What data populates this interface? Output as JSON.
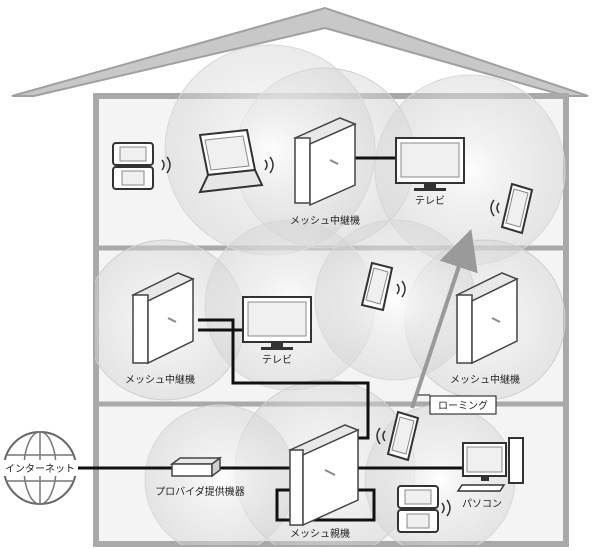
{
  "labels": {
    "internet": "インターネット",
    "provider_equipment": "プロバイダ提供機器",
    "mesh_parent": "メッシュ親機",
    "mesh_relay_top": "メッシュ中継機",
    "mesh_relay_left": "メッシュ中継機",
    "mesh_relay_right": "メッシュ中継機",
    "tv_top": "テレビ",
    "tv_middle": "テレビ",
    "pc": "パソコン",
    "roaming": "ローミング"
  },
  "colors": {
    "house_outline": "#a9a9a9",
    "coverage_fill": "#dcdcdc",
    "cable": "#111111",
    "roaming_arrow": "#999999"
  }
}
